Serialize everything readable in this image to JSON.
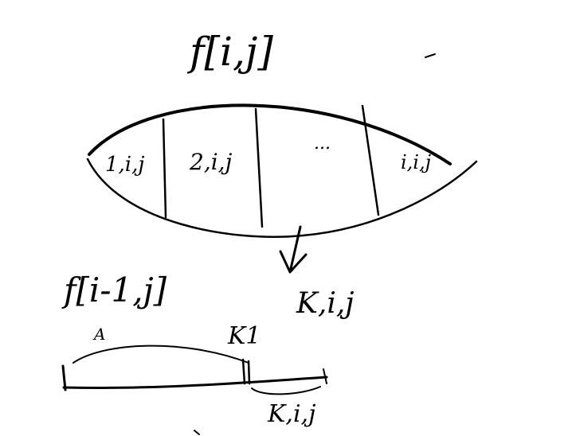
{
  "ink_color": "#000000",
  "labels": {
    "title": "f[i,j]",
    "cell_1": "1,i,j",
    "cell_2": "2,i,j",
    "cell_dots": "...",
    "cell_last": "i,i,j",
    "lower_title": "f[i-1,j]",
    "k_label": "K,i,j",
    "a_label": "A",
    "k1_label": "K1",
    "bottom_label": "K,i,j"
  }
}
